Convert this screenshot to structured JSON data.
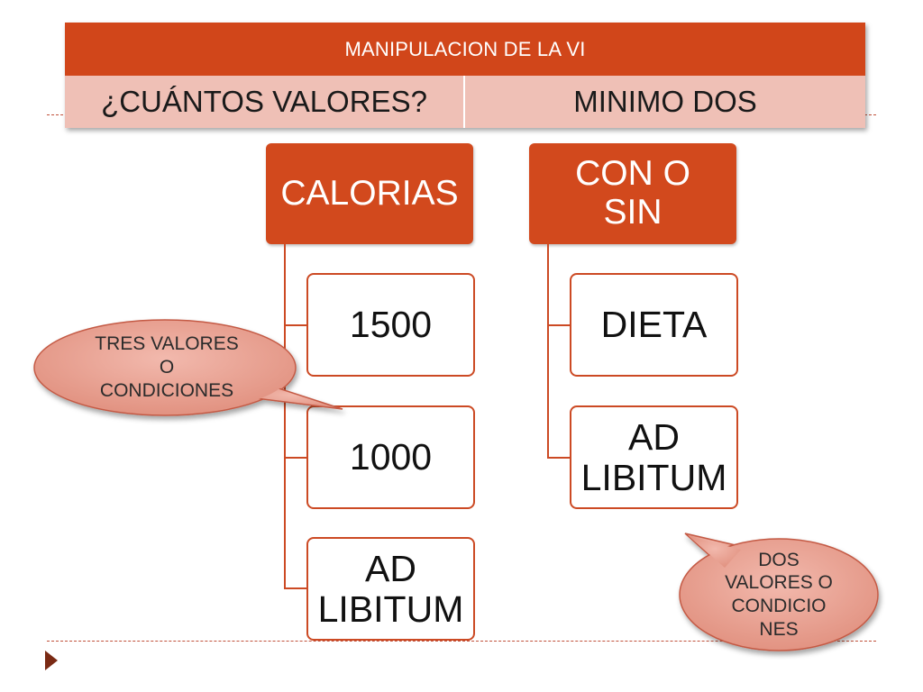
{
  "header": {
    "title": "MANIPULACION DE LA VI",
    "left_cell": "¿CUÁNTOS VALORES?",
    "right_cell": "MINIMO DOS"
  },
  "diagram": {
    "left_tree": {
      "root": "CALORIAS",
      "children": [
        "1500",
        "1000",
        "AD LIBITUM"
      ]
    },
    "right_tree": {
      "root_lines": [
        "CON O",
        "SIN"
      ],
      "children": [
        "DIETA",
        "AD LIBITUM"
      ]
    }
  },
  "callouts": {
    "left": [
      "TRES VALORES",
      "O",
      "CONDICIONES"
    ],
    "right": [
      "DOS",
      "VALORES O",
      "CONDICIO",
      "NES"
    ]
  },
  "colors": {
    "accent": "#d1461a",
    "light_fill": "#efc0b6",
    "bubble_fill": "#e9a597"
  },
  "nav": {
    "icon": "next-slide-arrow-icon"
  }
}
